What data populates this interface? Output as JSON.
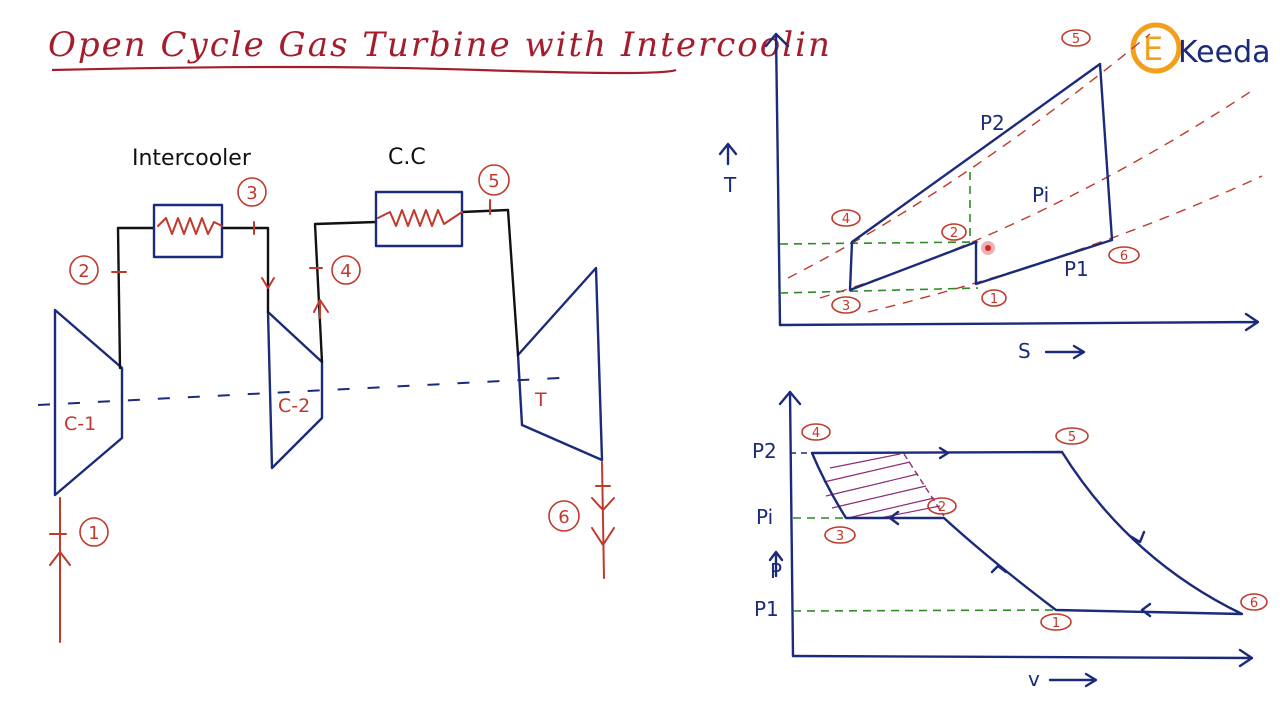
{
  "title": "Open Cycle Gas Turbine with Intercoolin",
  "logo": {
    "text": "Keeda",
    "mark": "E"
  },
  "schematic": {
    "intercooler_label": "Intercooler",
    "cc_label": "C.C",
    "compressor1": "C-1",
    "compressor2": "C-2",
    "turbine": "T",
    "states": [
      "1",
      "2",
      "3",
      "4",
      "5",
      "6"
    ]
  },
  "ts_diagram": {
    "x_axis": "S",
    "y_axis": "T",
    "pressures": [
      "P2",
      "Pi",
      "P1"
    ],
    "states": [
      "1",
      "2",
      "3",
      "4",
      "5",
      "6"
    ]
  },
  "pv_diagram": {
    "x_axis": "v",
    "y_axis": "P",
    "pressures": [
      "P2",
      "Pi",
      "P1"
    ],
    "states": [
      "1",
      "2",
      "3",
      "4",
      "5",
      "6"
    ]
  },
  "colors": {
    "ink_blue": "#1b2a7a",
    "ink_red": "#c0392b",
    "ink_black": "#111111",
    "ink_green": "#2e8b22",
    "title_red": "#a51d2d",
    "logo_orange": "#f2a01c"
  }
}
